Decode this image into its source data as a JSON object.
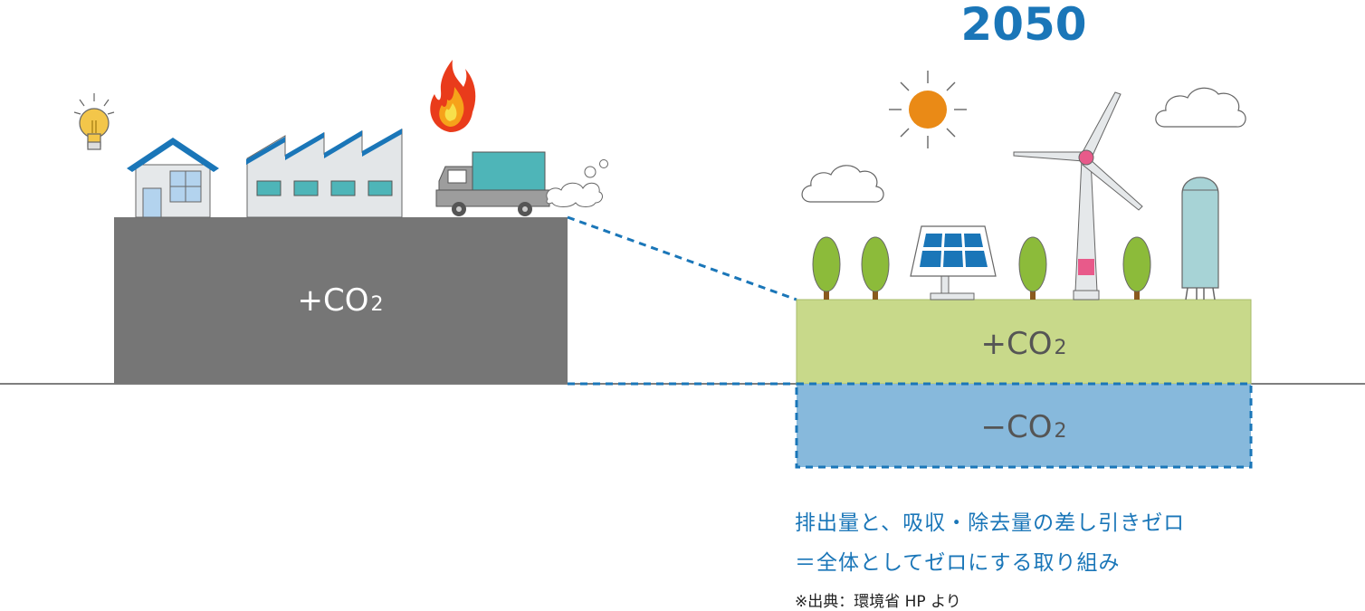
{
  "year": "2050",
  "blocks": {
    "current_label": "+CO",
    "current_sub": "2",
    "plus_label": "+CO",
    "plus_sub": "2",
    "minus_label": "−CO",
    "minus_sub": "2"
  },
  "caption": {
    "line1": "排出量と、吸収・除去量の差し引きゼロ",
    "line2": "＝全体としてゼロにする取り組み"
  },
  "source": "※出典：環境省 HP より",
  "colors": {
    "current_block": "#767676",
    "plus_block": "#c8d98a",
    "minus_block": "#87b9dc",
    "accent": "#1a76b8"
  },
  "icons": [
    "light-bulb-icon",
    "house-icon",
    "factory-icon",
    "fire-icon",
    "truck-icon",
    "sun-icon",
    "cloud-icon",
    "tree-icon",
    "solar-panel-icon",
    "wind-turbine-icon",
    "storage-tank-icon"
  ]
}
